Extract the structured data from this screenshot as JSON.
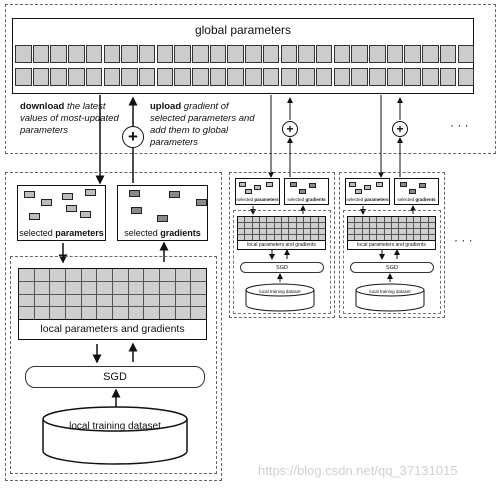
{
  "global": {
    "title": "global parameters",
    "download_bold": "download",
    "download_rest": " the latest values of most-updated parameters",
    "upload_bold": "upload",
    "upload_rest": " gradient of selected parameters and add them to global parameters",
    "ellipsis": "· · ·"
  },
  "worker": {
    "selected_params_prefix": "selected ",
    "selected_params_bold": "parameters",
    "selected_grads_prefix": "selected ",
    "selected_grads_bold": "gradients",
    "local_label": "local parameters and gradients",
    "sgd": "SGD",
    "dataset": "local training dataset",
    "ellipsis": "· · ·"
  },
  "watermark": "https://blog.csdn.net/qq_37131015",
  "plus_symbol": "+"
}
